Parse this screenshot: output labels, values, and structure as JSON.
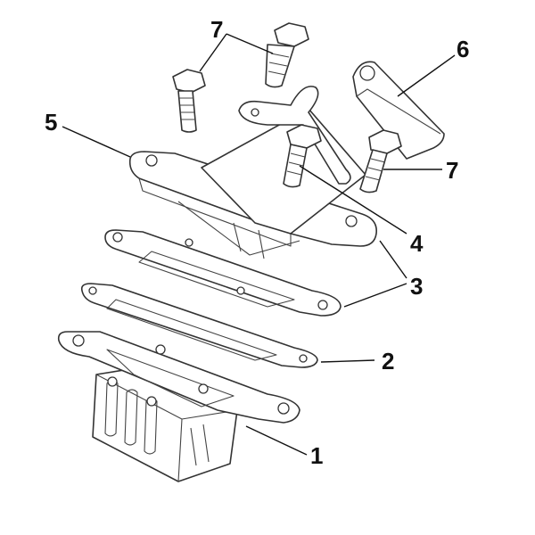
{
  "diagram": {
    "callouts": [
      {
        "id": "c1",
        "label": "1"
      },
      {
        "id": "c2",
        "label": "2"
      },
      {
        "id": "c3",
        "label": "3"
      },
      {
        "id": "c4",
        "label": "4"
      },
      {
        "id": "c5",
        "label": "5"
      },
      {
        "id": "c6",
        "label": "6"
      },
      {
        "id": "c7a",
        "label": "7"
      },
      {
        "id": "c7b",
        "label": "7"
      }
    ],
    "colors": {
      "line": "#333333",
      "text": "#111111",
      "background": "#ffffff"
    }
  }
}
